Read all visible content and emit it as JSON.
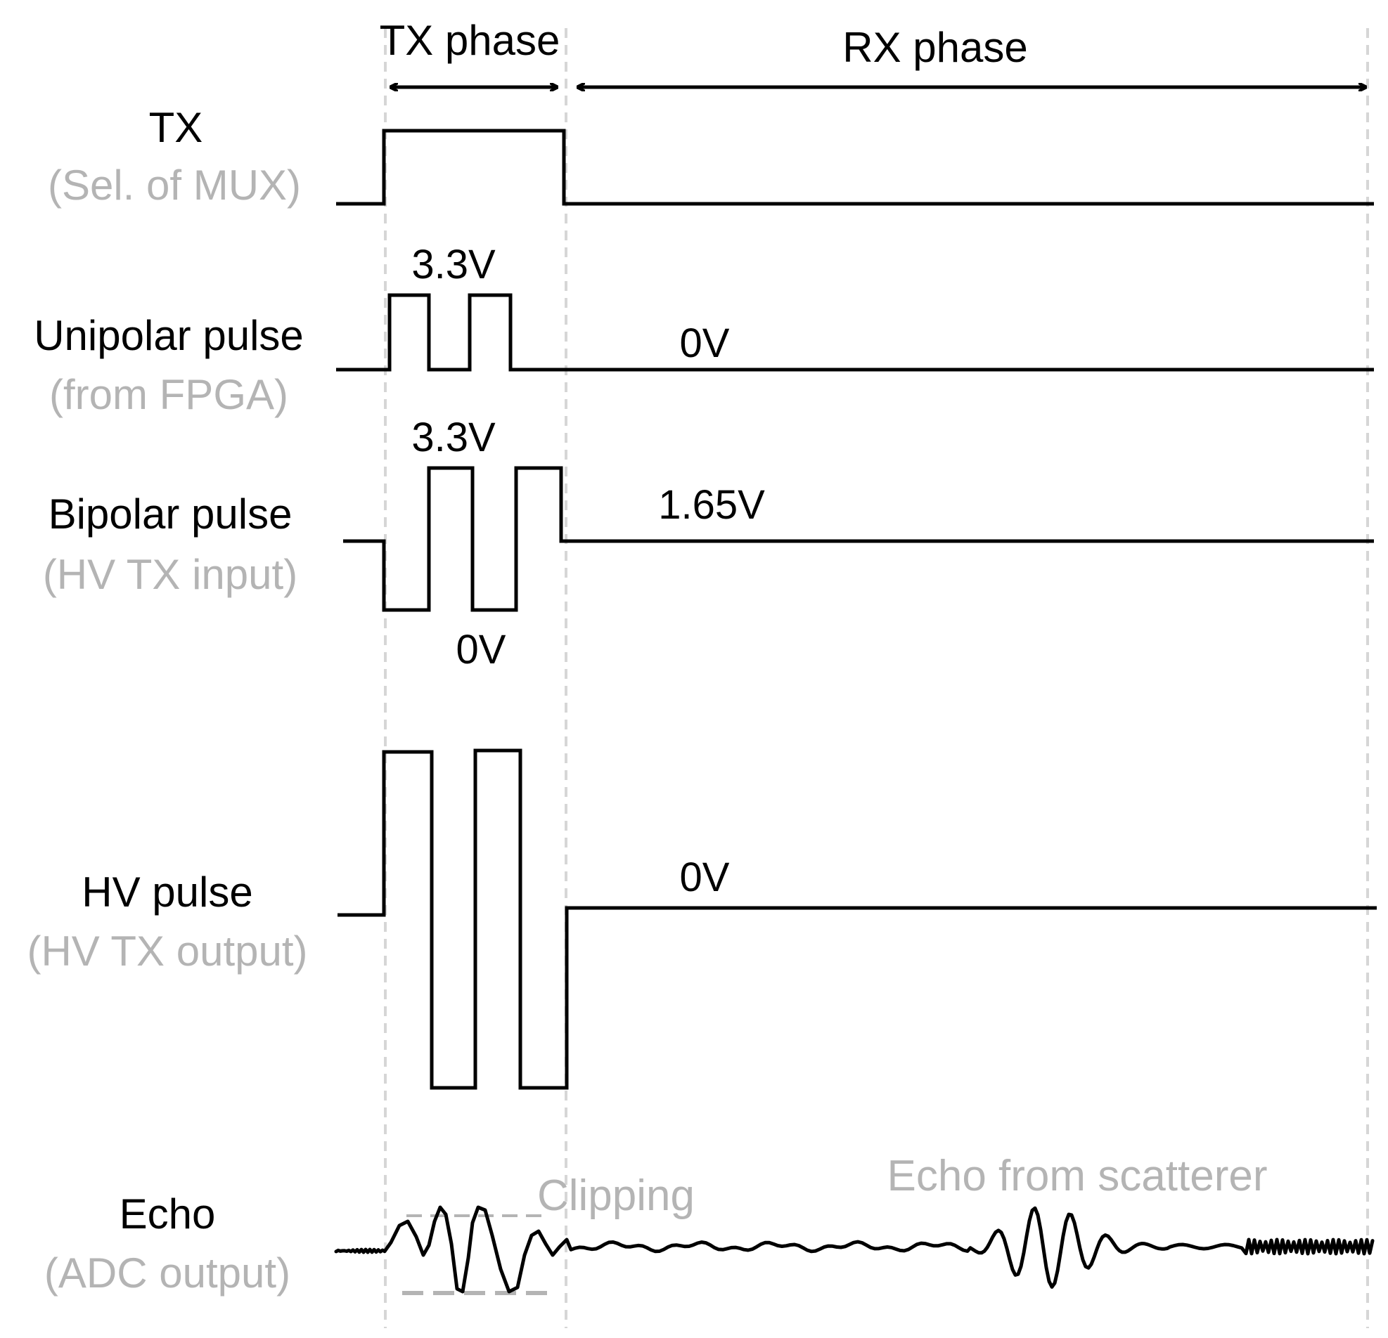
{
  "phases": {
    "tx": "TX phase",
    "rx": "RX phase"
  },
  "signals": {
    "tx": {
      "label": "TX",
      "sub": "(Sel. of MUX)"
    },
    "unipolar": {
      "label": "Unipolar  pulse",
      "sub": "(from FPGA)",
      "high": "3.3V",
      "low": "0V"
    },
    "bipolar": {
      "label": "Bipolar  pulse",
      "sub": "(HV TX input)",
      "high": "3.3V",
      "low": "0V",
      "mid": "1.65V"
    },
    "hv": {
      "label": "HV pulse",
      "sub": "(HV TX output)",
      "level": "0V"
    },
    "echo": {
      "label": "Echo",
      "sub": "(ADC output)",
      "clipping": "Clipping",
      "scatter": "Echo from scatterer"
    }
  },
  "colors": {
    "primary": "#000000",
    "secondary": "#b4b4b4",
    "guide": "#d6d6d6"
  }
}
